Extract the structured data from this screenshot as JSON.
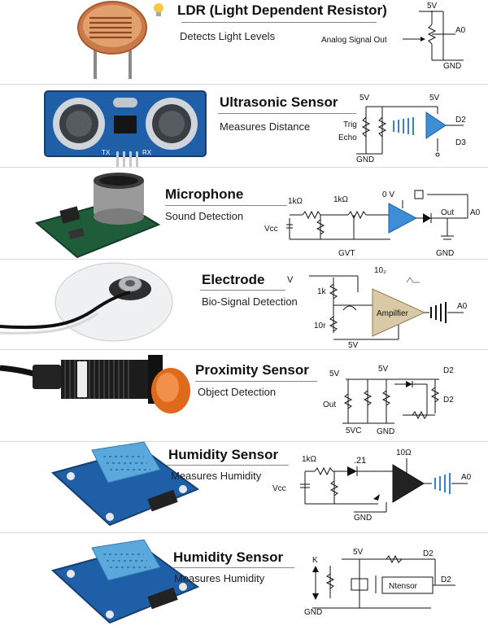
{
  "sensors": [
    {
      "title": "LDR (Light Dependent Resistor)",
      "subtitle": "Detects Light Levels",
      "labels": {
        "vcc": "5V",
        "signal": "Analog Signal Out",
        "out": "A0",
        "gnd": "GND"
      }
    },
    {
      "title": "Ultrasonic Sensor",
      "subtitle": "Measures Distance",
      "labels": {
        "vcc_left": "5V",
        "vcc_right": "5V",
        "trig": "Trig",
        "echo": "Echo",
        "out1": "D2",
        "out2": "D3",
        "gnd": "GND",
        "tx": "TX",
        "rx": "RX"
      }
    },
    {
      "title": "Microphone",
      "subtitle": "Sound Detection",
      "labels": {
        "r1": "1kΩ",
        "r2": "1kΩ",
        "vcc": "Vcc",
        "zero_v": "0 V",
        "out_text": "Out",
        "out": "A0",
        "gvt": "GVT",
        "gnd": "GND"
      }
    },
    {
      "title": "Electrode",
      "subtitle": "Bio-Signal Detection",
      "labels": {
        "v": "V",
        "r1": "1k",
        "r2": "10r",
        "ten": "10₂",
        "amp": "Ampilfier",
        "out": "A0",
        "vcc": "5V"
      }
    },
    {
      "title": "Proximity Sensor",
      "subtitle": "Object Detection",
      "labels": {
        "vcc_left": "5V",
        "vcc_right": "5V",
        "out_text": "Out",
        "out_top": "D2",
        "out": "D2",
        "five_vc": "5VC",
        "gnd": "GND"
      }
    },
    {
      "title": "Humidity Sensor",
      "subtitle": "Measures Humidity",
      "labels": {
        "r1": "1kΩ",
        "d": ".21",
        "r2": "10Ω",
        "vcc": "Vcc",
        "out": "A0",
        "gnd": "GND"
      }
    },
    {
      "title": "Humidity Sensor",
      "subtitle": "Measures Humidity",
      "labels": {
        "k": "K",
        "vcc": "5V",
        "out_top": "D2",
        "out": "D2",
        "box": "Ntensor",
        "gnd": "GND"
      }
    }
  ],
  "colors": {
    "board_blue": "#1f5fa8",
    "board_green": "#1e5c3a",
    "sensor_blue": "#5aa8dc",
    "orange": "#e06a1c",
    "amp_blue": "#3d8ed6",
    "amp_tan": "#d9c9a6",
    "wave_blue": "#3a7fd0"
  }
}
